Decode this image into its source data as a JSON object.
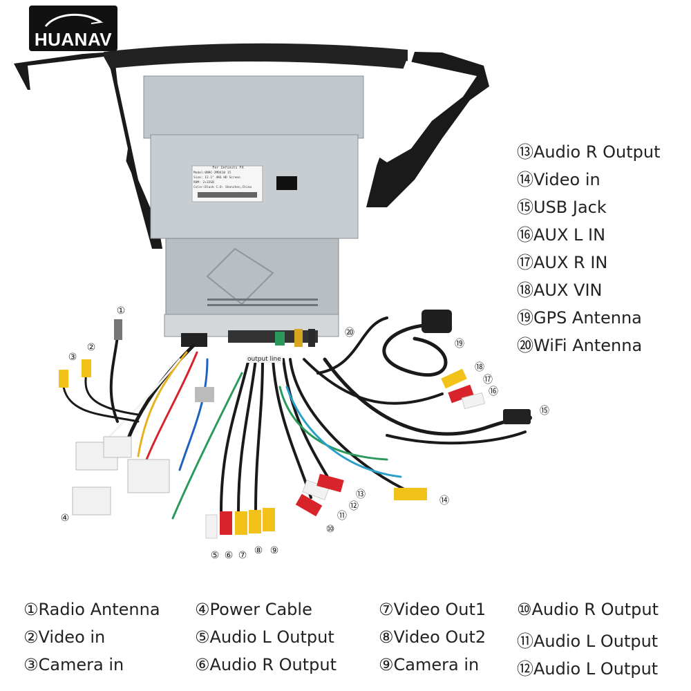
{
  "logo": {
    "brand": "HUANAV"
  },
  "device_label": {
    "lines": [
      "For Infiniti FX",
      "Model:0N9C-2MD410 15",
      "Size: 12.1\" 4K6 HD Screen",
      "ROM: 2+32GB",
      "Color:Black   C.O: Shenzhen,China"
    ]
  },
  "harness_tags": {
    "output_line": "output line"
  },
  "callouts": {
    "c1": "①",
    "c2": "②",
    "c3": "③",
    "c4": "④",
    "c5": "⑤",
    "c6": "⑥",
    "c7": "⑦",
    "c8": "⑧",
    "c9": "⑨",
    "c10": "⑩",
    "c11": "⑪",
    "c12": "⑫",
    "c13": "⑬",
    "c14": "⑭",
    "c15": "⑮",
    "c16": "⑯",
    "c17": "⑰",
    "c18": "⑱",
    "c19": "⑲",
    "c20": "⑳"
  },
  "legend_right": [
    "⑬Audio R Output",
    "⑭Video in",
    "⑮USB Jack",
    "⑯AUX L IN",
    "⑰AUX R IN",
    "⑱AUX VIN",
    "⑲GPS Antenna",
    "⑳WiFi Antenna"
  ],
  "legend_bottom": {
    "col1": [
      "①Radio Antenna",
      "②Video in",
      "③Camera in"
    ],
    "col2": [
      "④Power Cable",
      "⑤Audio L Output",
      "⑥Audio R Output"
    ],
    "col3": [
      "⑦Video Out1",
      "⑧Video Out2",
      "⑨Camera in"
    ],
    "col4": [
      "⑩Audio R Output",
      "⑪Audio L Output",
      "⑫Audio L Output"
    ]
  },
  "colors": {
    "rca_red": "#d8232a",
    "rca_white": "#f2f2f2",
    "rca_yellow": "#f2c21a",
    "bezel": "#1a1a1a",
    "metal": "#bfc4c8"
  }
}
